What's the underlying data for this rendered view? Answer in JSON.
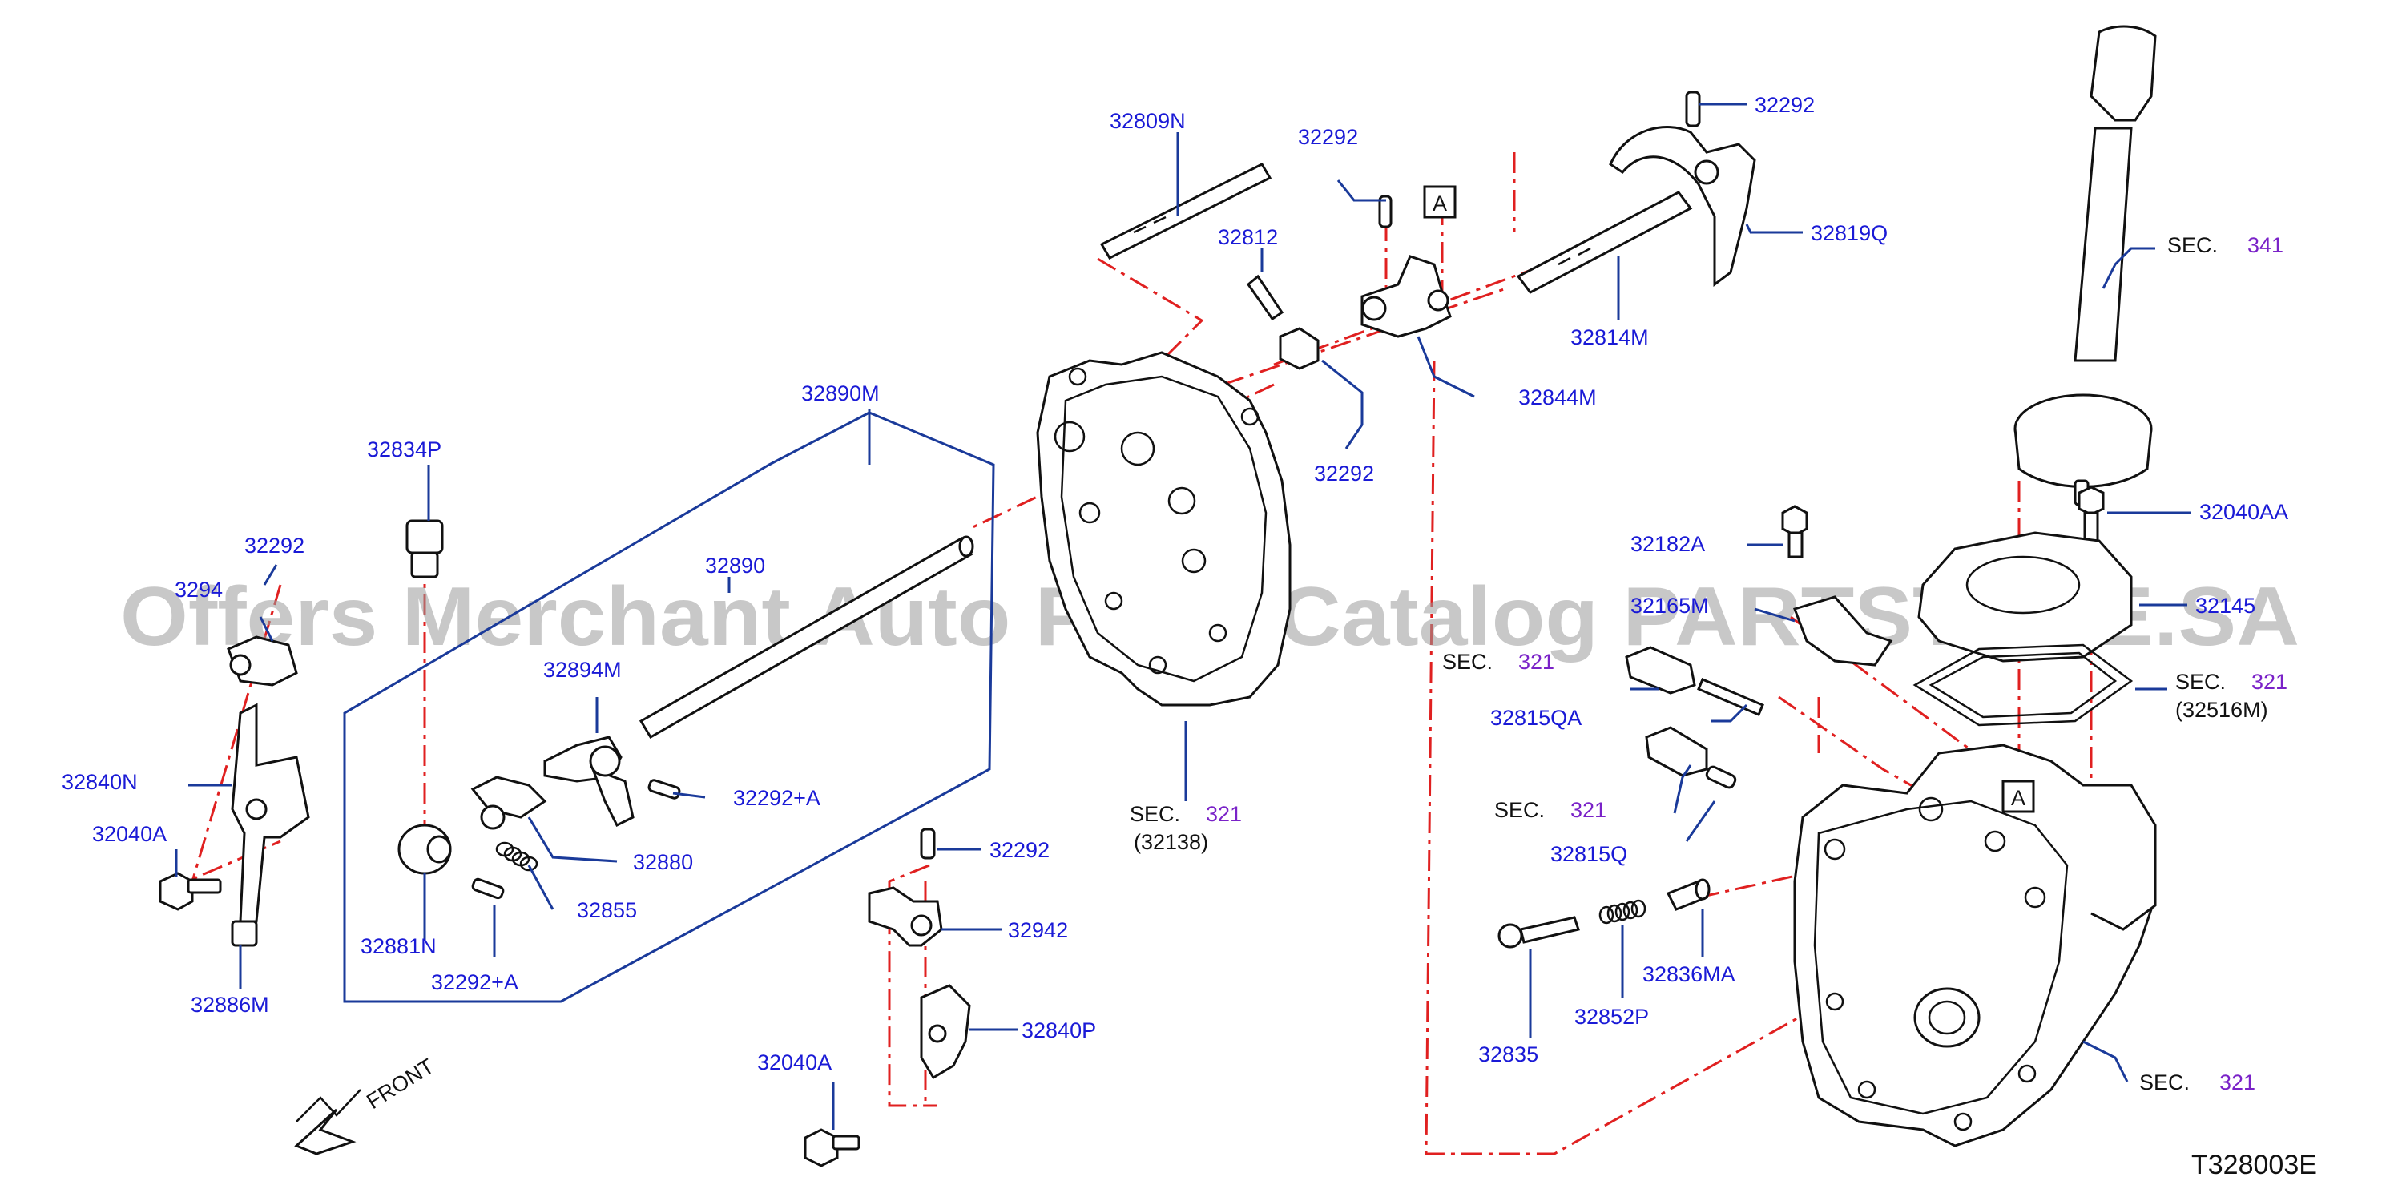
{
  "labels": {
    "p32809N": "32809N",
    "p32292_top": "32292",
    "p32292_tr": "32292",
    "p32819Q": "32819Q",
    "p32812": "32812",
    "p32814M": "32814M",
    "p32844M": "32844M",
    "p32292_mid": "32292",
    "p32890M": "32890M",
    "p32834P": "32834P",
    "p32292_left": "32292",
    "p3294_left": "3294",
    "p32890": "32890",
    "p32894M": "32894M",
    "p32292A_a": "32292+A",
    "p32880": "32880",
    "p32855": "32855",
    "p32881N": "32881N",
    "p32292A_b": "32292+A",
    "p32840N": "32840N",
    "p32040A_left": "32040A",
    "p32886M": "32886M",
    "p32292_low": "32292",
    "p32942": "32942",
    "p32840P": "32840P",
    "p32040A_bottom": "32040A",
    "p32182A": "32182A",
    "p32165M": "32165M",
    "p32040AA": "32040AA",
    "p32145": "32145",
    "p32815QA": "32815QA",
    "p32815Q": "32815Q",
    "p32835": "32835",
    "p32852P": "32852P",
    "p32836MA": "32836MA"
  },
  "sections": {
    "sec341": {
      "prefix": "SEC.",
      "num": "341"
    },
    "sec321_case": {
      "prefix": "SEC.",
      "num": "321",
      "sub": "(32138)"
    },
    "sec321_gasket": {
      "prefix": "SEC.",
      "num": "321",
      "sub": "(32516M)"
    },
    "sec321_switch1": {
      "prefix": "SEC.",
      "num": "321"
    },
    "sec321_switch2": {
      "prefix": "SEC.",
      "num": "321"
    },
    "sec321_trans": {
      "prefix": "SEC.",
      "num": "321"
    }
  },
  "markers": {
    "a1": "A",
    "a2": "A"
  },
  "front_label": "FRONT",
  "diagram_code": "T328003E",
  "watermark": "Offers Merchant Auto Parts Catalog PARTSTORE.SA",
  "colors": {
    "part_number": "#1a1ad6",
    "section_number": "#7a22c8",
    "leader": "#1a3a9a",
    "centerline": "#e02020",
    "watermark": "#9a9a9a"
  }
}
